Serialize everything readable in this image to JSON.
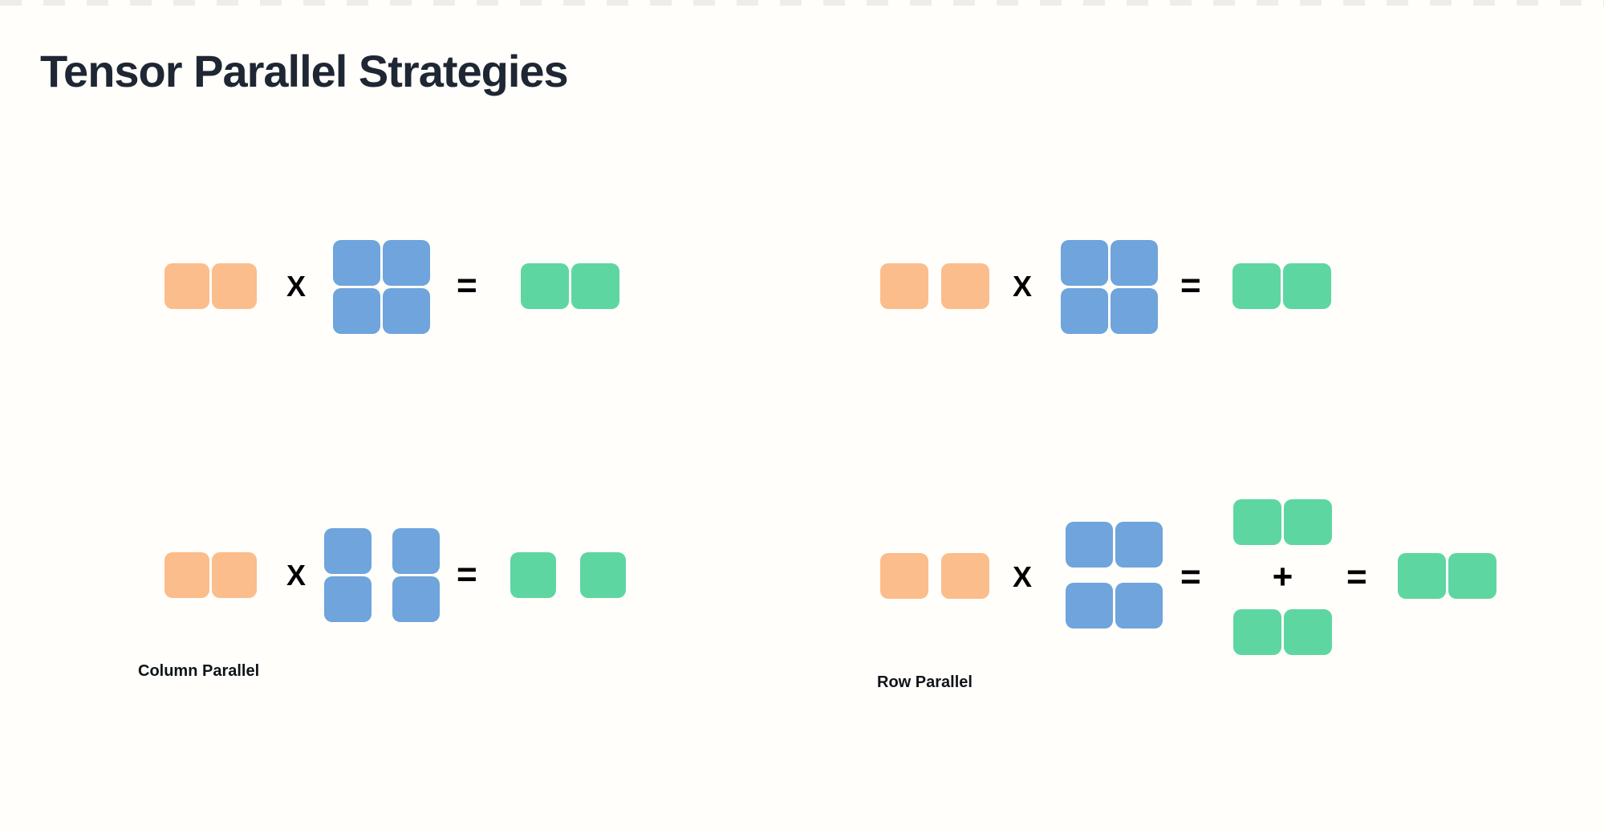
{
  "title": "Tensor Parallel Strategies",
  "top_strip": {
    "square_count": 38,
    "square_width": 27,
    "square_spacing": 54
  },
  "colors": {
    "background": "#FFFEFB",
    "strip": "#EFEDE9",
    "title_text": "#1E2733",
    "label_text": "#101418",
    "operator_text": "#000000",
    "input": "#FBBD8C",
    "weight": "#6FA4DC",
    "output": "#5ED6A2"
  },
  "operators": {
    "multiply": "X",
    "equals": "=",
    "plus": "+"
  },
  "diagrams": {
    "top_left": {
      "input": {
        "rows": 1,
        "cols": 2,
        "color": "input",
        "split": "none"
      },
      "weight": {
        "rows": 2,
        "cols": 2,
        "color": "weight",
        "split": "none"
      },
      "output": {
        "rows": 1,
        "cols": 2,
        "color": "output",
        "split": "none"
      }
    },
    "top_right": {
      "input": {
        "rows": 1,
        "cols": 2,
        "color": "input",
        "split": "columns"
      },
      "weight": {
        "rows": 2,
        "cols": 2,
        "color": "weight",
        "split": "none"
      },
      "output": {
        "rows": 1,
        "cols": 2,
        "color": "output",
        "split": "none"
      }
    },
    "bottom_left": {
      "label": "Column Parallel",
      "input": {
        "rows": 1,
        "cols": 2,
        "color": "input",
        "split": "none"
      },
      "weight": {
        "rows": 2,
        "cols": 2,
        "color": "weight",
        "split": "columns"
      },
      "output": {
        "rows": 1,
        "cols": 2,
        "color": "output",
        "split": "columns"
      }
    },
    "bottom_right": {
      "label": "Row Parallel",
      "input": {
        "rows": 1,
        "cols": 2,
        "color": "input",
        "split": "columns"
      },
      "weight": {
        "rows": 2,
        "cols": 2,
        "color": "weight",
        "split": "rows"
      },
      "partial_top": {
        "rows": 1,
        "cols": 2,
        "color": "output",
        "split": "none"
      },
      "partial_bottom": {
        "rows": 1,
        "cols": 2,
        "color": "output",
        "split": "none"
      },
      "output": {
        "rows": 1,
        "cols": 2,
        "color": "output",
        "split": "none"
      }
    }
  }
}
